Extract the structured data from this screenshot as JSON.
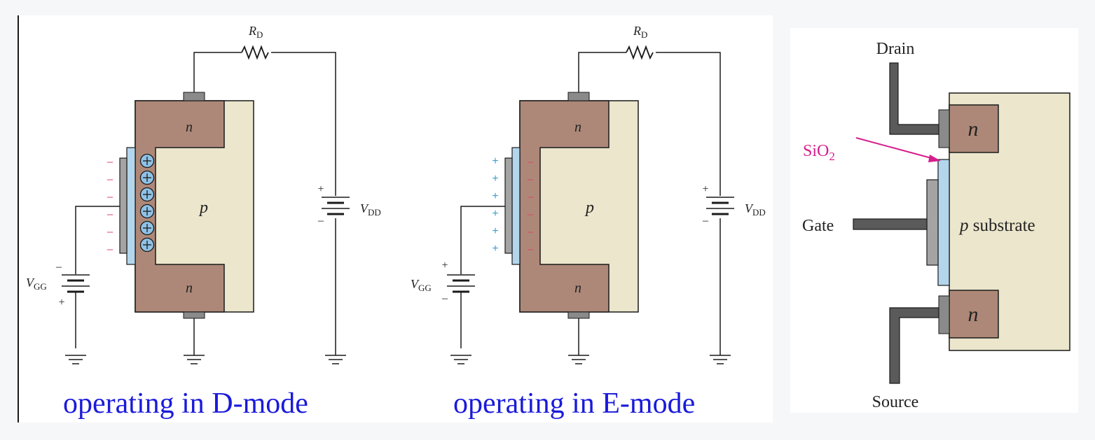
{
  "colors": {
    "n_region": "#ad8878",
    "p_region": "#ebe6cc",
    "oxide": "#b3d6ec",
    "gate_metal": "#a4a4a4",
    "contact": "#8a8a8a",
    "wire": "#1a1a1a",
    "positive_charge": "#3aa0d6",
    "negative_charge": "#d8486a",
    "caption": "#1a1adb",
    "sio2_label": "#d61e8c"
  },
  "dmode": {
    "rd_label": "R",
    "rd_sub": "D",
    "vdd_label": "V",
    "vdd_sub": "DD",
    "vgg_label": "V",
    "vgg_sub": "GG",
    "vgg_top_sign": "–",
    "vgg_bottom_sign": "+",
    "vdd_top_sign": "+",
    "vdd_bottom_sign": "–",
    "drain_region": "n",
    "source_region": "n",
    "substrate": "p",
    "gate_side_charge": "–",
    "channel_charge": "+",
    "caption": "operating in D-mode"
  },
  "emode": {
    "rd_label": "R",
    "rd_sub": "D",
    "vdd_label": "V",
    "vdd_sub": "DD",
    "vgg_label": "V",
    "vgg_sub": "GG",
    "vgg_top_sign": "+",
    "vgg_bottom_sign": "–",
    "vdd_top_sign": "+",
    "vdd_bottom_sign": "–",
    "drain_region": "n",
    "source_region": "n",
    "substrate": "p",
    "gate_side_charge": "+",
    "channel_charge": "–",
    "caption": "operating in E-mode"
  },
  "structure": {
    "drain": "Drain",
    "source": "Source",
    "gate": "Gate",
    "oxide_label": "SiO",
    "oxide_sub": "2",
    "drain_region": "n",
    "source_region": "n",
    "substrate_letter": "p",
    "substrate_word": " substrate"
  }
}
